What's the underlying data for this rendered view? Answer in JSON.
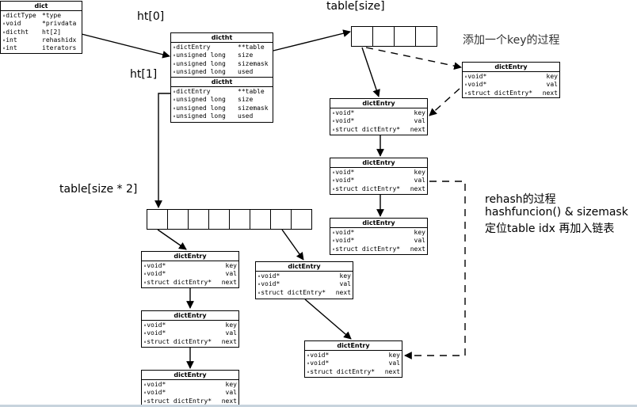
{
  "labels": {
    "ht0": "ht[0]",
    "ht1": "ht[1]",
    "table_size": "table[size]",
    "table_size2": "table[size * 2]",
    "add_key_note": "添加一个key的过程",
    "rehash_line1": "rehash的过程",
    "rehash_line2": "hashfuncion() & sizemask",
    "rehash_line3": "定位table idx 再加入链表"
  },
  "dict": {
    "title": "dict",
    "fields": [
      {
        "type": "dictType",
        "name": "*type"
      },
      {
        "type": "void",
        "name": "*privdata"
      },
      {
        "type": "dictht",
        "name": "ht[2]"
      },
      {
        "type": "int",
        "name": "rehashidx"
      },
      {
        "type": "int",
        "name": "iterators"
      }
    ]
  },
  "dictht": {
    "title": "dictht",
    "fields": [
      {
        "type": "dictEntry",
        "name": "**table"
      },
      {
        "type": "unsigned long",
        "name": "size"
      },
      {
        "type": "unsigned long",
        "name": "sizemask"
      },
      {
        "type": "unsigned long",
        "name": "used"
      }
    ]
  },
  "dictEntry": {
    "title": "dictEntry",
    "fields": [
      {
        "type": "void*",
        "name": "key"
      },
      {
        "type": "void*",
        "name": "val"
      },
      {
        "type": "struct dictEntry*",
        "name": "next"
      }
    ]
  },
  "tables": {
    "table_size_cells": 4,
    "table_size2_cells": 8
  }
}
